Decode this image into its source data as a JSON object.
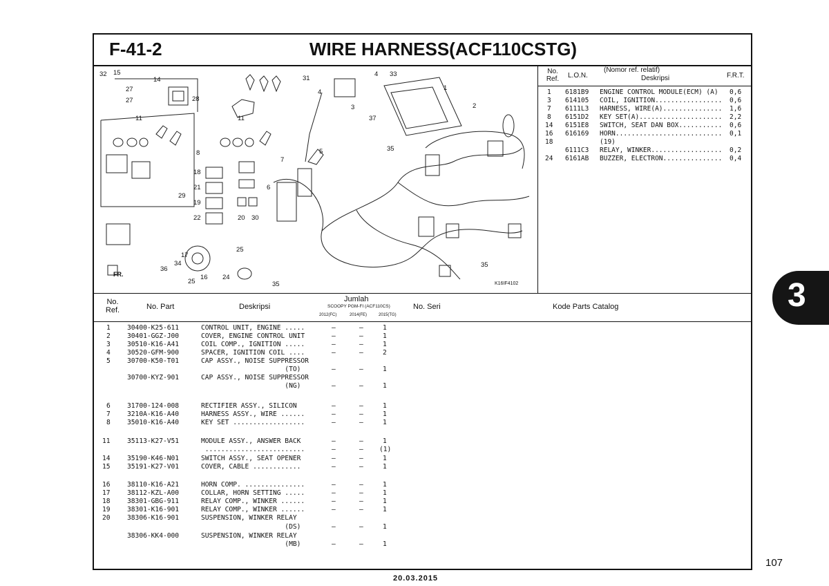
{
  "header": {
    "code": "F-41-2",
    "title": "WIRE HARNESS(ACF110CSTG)"
  },
  "diagram": {
    "labels": [
      "32",
      "15",
      "14",
      "27",
      "27",
      "28",
      "11",
      "8",
      "29",
      "18",
      "21",
      "19",
      "22",
      "11",
      "31",
      "4",
      "4",
      "3",
      "33",
      "1",
      "2",
      "37",
      "5",
      "35",
      "7",
      "6",
      "20",
      "30",
      "35",
      "17",
      "34",
      "36",
      "25",
      "16",
      "24",
      "25",
      "35",
      "K16IF4102",
      "FR."
    ]
  },
  "ecm": {
    "col_no": "No.\nRef.",
    "col_lon": "L.O.N.",
    "col_desc_top": "(Nomor ref. relatif)",
    "col_desc": "Deskripsi",
    "col_frt": "F.R.T.",
    "rows": [
      {
        "ref": "1",
        "lon": "6181B9",
        "desc": "ENGINE CONTROL MODULE(ECM) (A)",
        "frt": "0,6"
      },
      {
        "ref": "3",
        "lon": "614105",
        "desc": "COIL, IGNITION.................",
        "frt": "0,6"
      },
      {
        "ref": "7",
        "lon": "6111L3",
        "desc": "HARNESS, WIRE(A)...............",
        "frt": "1,6"
      },
      {
        "ref": "8",
        "lon": "6151D2",
        "desc": "KEY SET(A).....................",
        "frt": "2,2"
      },
      {
        "ref": "14",
        "lon": "6151E8",
        "desc": "SWITCH, SEAT DAN BOX...........",
        "frt": "0,6"
      },
      {
        "ref": "16",
        "lon": "616169",
        "desc": "HORN...........................",
        "frt": "0,1"
      },
      {
        "ref": "18",
        "lon": "",
        "desc": "(19)",
        "frt": ""
      },
      {
        "ref": "",
        "lon": "6111C3",
        "desc": "RELAY, WINKER..................",
        "frt": "0,2"
      },
      {
        "ref": "24",
        "lon": "6161AB",
        "desc": "BUZZER, ELECTRON...............",
        "frt": "0,4"
      }
    ]
  },
  "parts_table": {
    "headers": {
      "no_ref": "No.\nRef.",
      "no_part": "No. Part",
      "desc": "Deskripsi",
      "jumlah": "Jumlah",
      "model": "SCOOPY PGM-FI (ACF110CS)",
      "y2012": "2012(FC)",
      "y2014": "2014(FE)",
      "y2015": "2015(TG)",
      "no_seri": "No. Seri",
      "catalog": "Kode Parts Catalog"
    },
    "rows": [
      {
        "ref": "1",
        "part": "30400-K25-611",
        "desc": "CONTROL UNIT, ENGINE .....",
        "q1": "–",
        "q2": "–",
        "q3": "1"
      },
      {
        "ref": "2",
        "part": "30401-GGZ-J00",
        "desc": "COVER, ENGINE CONTROL UNIT",
        "q1": "–",
        "q2": "–",
        "q3": "1"
      },
      {
        "ref": "3",
        "part": "30510-K16-A41",
        "desc": "COIL COMP., IGNITION .....",
        "q1": "–",
        "q2": "–",
        "q3": "1"
      },
      {
        "ref": "4",
        "part": "30520-GFM-900",
        "desc": "SPACER, IGNITION COIL ....",
        "q1": "–",
        "q2": "–",
        "q3": "2"
      },
      {
        "ref": "5",
        "part": "30700-K50-T01",
        "desc": "CAP ASSY., NOISE SUPPRESSOR",
        "q1": "",
        "q2": "",
        "q3": ""
      },
      {
        "ref": "",
        "part": "",
        "desc": "                     (TO)",
        "q1": "–",
        "q2": "–",
        "q3": "1"
      },
      {
        "ref": "",
        "part": "30700-KYZ-901",
        "desc": "CAP ASSY., NOISE SUPPRESSOR",
        "q1": "",
        "q2": "",
        "q3": ""
      },
      {
        "ref": "",
        "part": "",
        "desc": "                     (NG)",
        "q1": "–",
        "q2": "–",
        "q3": "1"
      },
      {
        "ref": "6",
        "part": "31700-124-008",
        "desc": "RECTIFIER ASSY., SILICON",
        "q1": "–",
        "q2": "–",
        "q3": "1"
      },
      {
        "ref": "7",
        "part": "3210A-K16-A40",
        "desc": "HARNESS ASSY., WIRE ......",
        "q1": "–",
        "q2": "–",
        "q3": "1"
      },
      {
        "ref": "8",
        "part": "35010-K16-A40",
        "desc": "KEY SET ..................",
        "q1": "–",
        "q2": "–",
        "q3": "1"
      },
      {
        "ref": "11",
        "part": "35113-K27-V51",
        "desc": "MODULE ASSY., ANSWER BACK",
        "q1": "–",
        "q2": "–",
        "q3": "1"
      },
      {
        "ref": "",
        "part": "",
        "desc": " .........................",
        "q1": "–",
        "q2": "–",
        "q3": "(1)"
      },
      {
        "ref": "14",
        "part": "35190-K46-N01",
        "desc": "SWITCH ASSY., SEAT OPENER",
        "q1": "–",
        "q2": "–",
        "q3": "1"
      },
      {
        "ref": "15",
        "part": "35191-K27-V01",
        "desc": "COVER, CABLE ............",
        "q1": "–",
        "q2": "–",
        "q3": "1"
      },
      {
        "ref": "16",
        "part": "38110-K16-A21",
        "desc": "HORN COMP. ...............",
        "q1": "–",
        "q2": "–",
        "q3": "1"
      },
      {
        "ref": "17",
        "part": "38112-KZL-A00",
        "desc": "COLLAR, HORN SETTING .....",
        "q1": "–",
        "q2": "–",
        "q3": "1"
      },
      {
        "ref": "18",
        "part": "38301-GBG-911",
        "desc": "RELAY COMP., WINKER ......",
        "q1": "–",
        "q2": "–",
        "q3": "1"
      },
      {
        "ref": "19",
        "part": "38301-K16-901",
        "desc": "RELAY COMP., WINKER ......",
        "q1": "–",
        "q2": "–",
        "q3": "1"
      },
      {
        "ref": "20",
        "part": "38306-K16-901",
        "desc": "SUSPENSION, WINKER RELAY",
        "q1": "",
        "q2": "",
        "q3": ""
      },
      {
        "ref": "",
        "part": "",
        "desc": "                     (DS)",
        "q1": "–",
        "q2": "–",
        "q3": "1"
      },
      {
        "ref": "",
        "part": "38306-KK4-000",
        "desc": "SUSPENSION, WINKER RELAY",
        "q1": "",
        "q2": "",
        "q3": ""
      },
      {
        "ref": "",
        "part": "",
        "desc": "                     (MB)",
        "q1": "–",
        "q2": "–",
        "q3": "1"
      }
    ]
  },
  "section_tab": "3",
  "page_number": "107",
  "date": "20.03.2015"
}
